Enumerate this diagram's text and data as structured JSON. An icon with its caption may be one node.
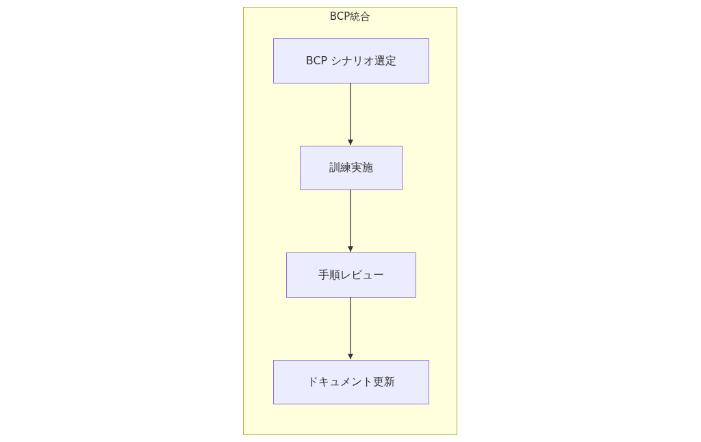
{
  "diagram": {
    "nodes": [
      {
        "text": [
          "BCP統合"
        ]
      },
      {
        "text": [
          "BCP シナリオ選定"
        ],
        "in": 0
      },
      {
        "text": [
          "訓練実施"
        ],
        "in": 0
      },
      {
        "text": [
          "手順レビュー"
        ],
        "in": 0
      },
      {
        "text": [
          "ドキュメント更新"
        ],
        "in": 0
      }
    ],
    "edges": [
      {
        "from": 1,
        "to": 2,
        "arrow": "to"
      },
      {
        "from": 2,
        "to": 3,
        "arrow": "to"
      },
      {
        "from": 3,
        "to": 4,
        "arrow": "to"
      }
    ]
  }
}
